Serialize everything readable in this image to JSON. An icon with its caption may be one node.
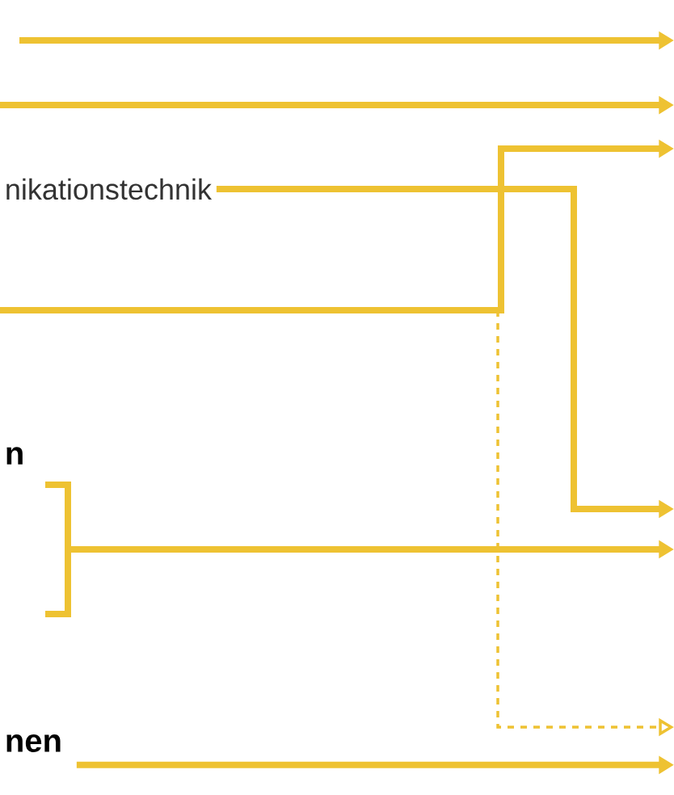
{
  "diagram": {
    "nodes": [
      {
        "text": [
          "nikationstechnik"
        ]
      },
      {
        "text": [
          "n"
        ]
      },
      {
        "text": [
          "nen"
        ]
      },
      {
        "text": [],
        "shape": "bracket"
      }
    ],
    "edges": [
      {
        "from": 0,
        "to": null,
        "arrow": "to"
      },
      {
        "from": 3,
        "to": null,
        "arrow": "to"
      },
      {
        "from": 2,
        "to": null,
        "arrow": "to"
      }
    ]
  }
}
